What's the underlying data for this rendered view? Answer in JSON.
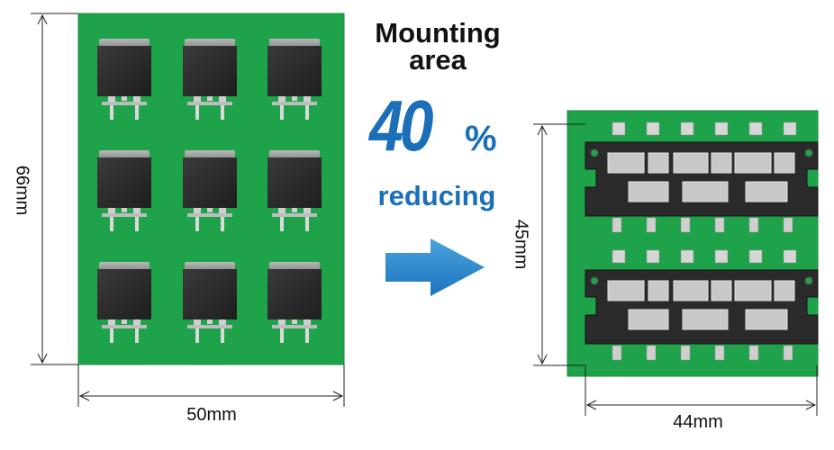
{
  "left_board": {
    "width_label": "50mm",
    "height_label": "66mm"
  },
  "center": {
    "title_line1": "Mounting",
    "title_line2": "area",
    "percent_number": "40",
    "percent_sign": "%",
    "reducing_label": "reducing",
    "arrow_icon": "right-arrow-icon"
  },
  "right_board": {
    "width_label": "44mm",
    "height_label": "45mm"
  },
  "colors": {
    "pcb_green": "#1ea34a",
    "component_black": "#2b2b2b",
    "accent_blue": "#1a6fb8"
  }
}
